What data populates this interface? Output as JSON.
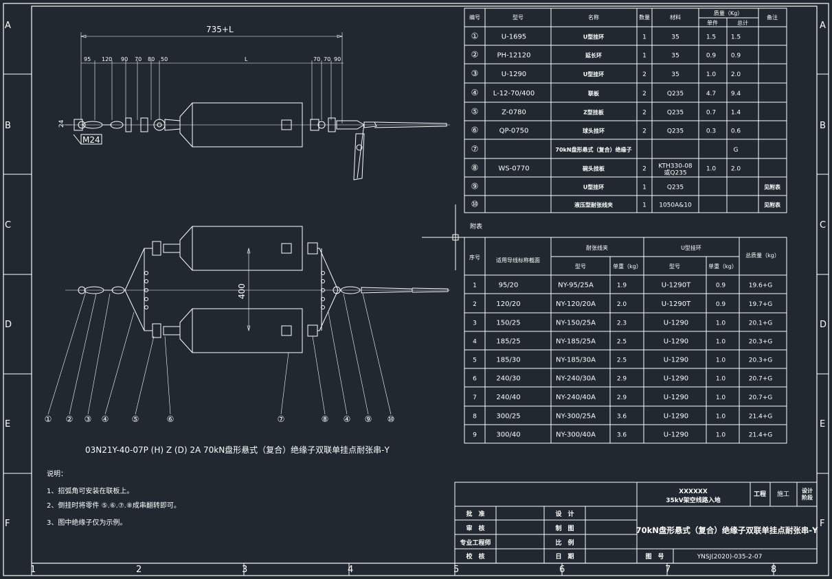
{
  "frame": {
    "row_letters": [
      "A",
      "B",
      "C",
      "D",
      "E",
      "F"
    ],
    "col_numbers": [
      "1",
      "2",
      "3",
      "4",
      "5",
      "6",
      "7",
      "8"
    ]
  },
  "dimensions": {
    "total": "735+L",
    "segments": [
      "95",
      "120",
      "90",
      "70",
      "80",
      "50",
      "L",
      "70",
      "70",
      "90"
    ],
    "bolt": "M24",
    "bolt_small": "24",
    "spacing": "400"
  },
  "callouts": [
    "①",
    "②",
    "③",
    "④",
    "⑤",
    "⑥",
    "⑦",
    "⑧",
    "④",
    "⑨",
    "⑩"
  ],
  "caption": "03N21Y-40-07P (H) Z (D) 2A 70kN盘形悬式（复合）绝缘子双联单挂点耐张串-Y",
  "parts_table": {
    "headers": {
      "no": "编号",
      "model": "型号",
      "name": "名称",
      "qty": "数量",
      "material": "材料",
      "mass": "质量（Kg）",
      "unit": "单件",
      "total": "总计",
      "note": "备注"
    },
    "rows": [
      {
        "no": "①",
        "model": "U-1695",
        "name": "U型挂环",
        "qty": "1",
        "material": "35",
        "unit": "1.5",
        "total": "1.5",
        "note": ""
      },
      {
        "no": "②",
        "model": "PH-12120",
        "name": "延长环",
        "qty": "1",
        "material": "35",
        "unit": "0.9",
        "total": "0.9",
        "note": ""
      },
      {
        "no": "③",
        "model": "U-1290",
        "name": "U型挂环",
        "qty": "2",
        "material": "35",
        "unit": "1.0",
        "total": "2.0",
        "note": ""
      },
      {
        "no": "④",
        "model": "L-12-70/400",
        "name": "联板",
        "qty": "2",
        "material": "Q235",
        "unit": "4.7",
        "total": "9.4",
        "note": ""
      },
      {
        "no": "⑤",
        "model": "Z-0780",
        "name": "Z型挂板",
        "qty": "2",
        "material": "Q235",
        "unit": "0.7",
        "total": "1.4",
        "note": ""
      },
      {
        "no": "⑥",
        "model": "QP-0750",
        "name": "球头挂环",
        "qty": "2",
        "material": "Q235",
        "unit": "0.3",
        "total": "0.6",
        "note": ""
      },
      {
        "no": "⑦",
        "model": "",
        "name": "70kN盘形悬式（复合）绝缘子",
        "qty": "",
        "material": "",
        "unit": "",
        "total": "G",
        "note": ""
      },
      {
        "no": "⑧",
        "model": "WS-0770",
        "name": "碗头挂板",
        "qty": "2",
        "material": "KTH330-08\n或Q235",
        "unit": "1.0",
        "total": "2.0",
        "note": ""
      },
      {
        "no": "⑨",
        "model": "",
        "name": "U型挂环",
        "qty": "1",
        "material": "Q235",
        "unit": "",
        "total": "",
        "note": "见附表"
      },
      {
        "no": "⑩",
        "model": "",
        "name": "液压型耐张线夹",
        "qty": "1",
        "material": "1050A&10",
        "unit": "",
        "total": "",
        "note": "见附表"
      }
    ]
  },
  "attach_label": "附表",
  "attach_table": {
    "headers": {
      "seq": "序号",
      "conductor": "适用导线标称截面",
      "clamp": "耐张线夹",
      "ushackle": "U型挂环",
      "model": "型号",
      "weight": "单重（kg）",
      "total": "总质量（kg）"
    },
    "rows": [
      {
        "seq": "1",
        "conductor": "95/20",
        "clamp_model": "NY-95/25A",
        "clamp_weight": "1.9",
        "u_model": "U-1290T",
        "u_weight": "0.9",
        "total": "19.6+G"
      },
      {
        "seq": "2",
        "conductor": "120/20",
        "clamp_model": "NY-120/20A",
        "clamp_weight": "2.0",
        "u_model": "U-1290T",
        "u_weight": "0.9",
        "total": "19.7+G"
      },
      {
        "seq": "3",
        "conductor": "150/25",
        "clamp_model": "NY-150/25A",
        "clamp_weight": "2.3",
        "u_model": "U-1290",
        "u_weight": "1.0",
        "total": "20.1+G"
      },
      {
        "seq": "4",
        "conductor": "185/25",
        "clamp_model": "NY-185/25A",
        "clamp_weight": "2.5",
        "u_model": "U-1290",
        "u_weight": "1.0",
        "total": "20.3+G"
      },
      {
        "seq": "5",
        "conductor": "185/30",
        "clamp_model": "NY-185/30A",
        "clamp_weight": "2.5",
        "u_model": "U-1290",
        "u_weight": "1.0",
        "total": "20.3+G"
      },
      {
        "seq": "6",
        "conductor": "240/30",
        "clamp_model": "NY-240/30A",
        "clamp_weight": "2.9",
        "u_model": "U-1290",
        "u_weight": "1.0",
        "total": "20.7+G"
      },
      {
        "seq": "7",
        "conductor": "240/40",
        "clamp_model": "NY-240/40A",
        "clamp_weight": "2.9",
        "u_model": "U-1290",
        "u_weight": "1.0",
        "total": "20.7+G"
      },
      {
        "seq": "8",
        "conductor": "300/25",
        "clamp_model": "NY-300/25A",
        "clamp_weight": "3.6",
        "u_model": "U-1290",
        "u_weight": "1.0",
        "total": "21.4+G"
      },
      {
        "seq": "9",
        "conductor": "300/40",
        "clamp_model": "NY-300/40A",
        "clamp_weight": "3.6",
        "u_model": "U-1290",
        "u_weight": "1.0",
        "total": "21.4+G"
      }
    ]
  },
  "notes": {
    "title": "说明：",
    "items": [
      "1、招弧角可安装在联板上。",
      "2、倒挂时将零件 ⑤.⑥.⑦.⑧成串翻转即可。",
      "3、图中绝缘子仅为示例。"
    ]
  },
  "title_block": {
    "company": "XXXXXX",
    "project": "35kV架空线路入地",
    "project_label": "工程",
    "stage": "施工",
    "stage_label": "设计\n阶段",
    "sign_left": [
      "批　准",
      "审　核",
      "专业工程师",
      "校　核"
    ],
    "sign_right": [
      "设　计",
      "制　图",
      "比　例",
      "日　期"
    ],
    "drawing_title": "70kN盘形悬式（复合）绝缘子双联单挂点耐张串-Y",
    "drawing_no_label": "图　号",
    "drawing_no": "YNSJ(2020)-035-2-07"
  }
}
